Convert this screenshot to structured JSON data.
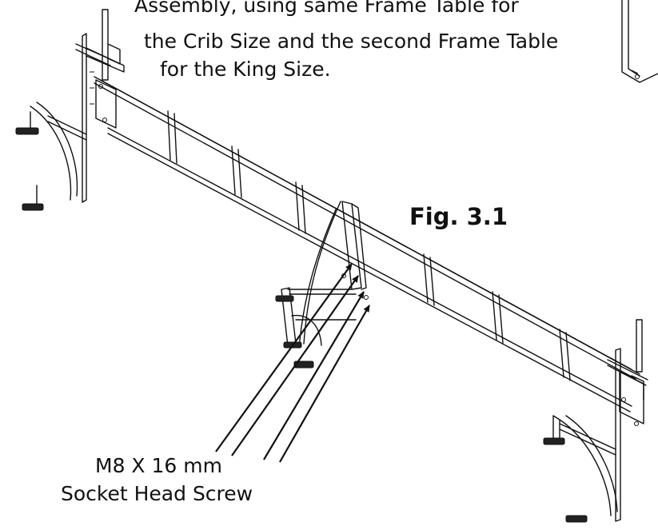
{
  "instructions": {
    "line1": "Assembly, using same Frame Table for",
    "line2": "the Crib Size and the second Frame Table",
    "line3": "for the King Size."
  },
  "figure_label": "Fig. 3.1",
  "callout": {
    "line1": "M8 X 16 mm",
    "line2": "Socket Head Screw"
  }
}
